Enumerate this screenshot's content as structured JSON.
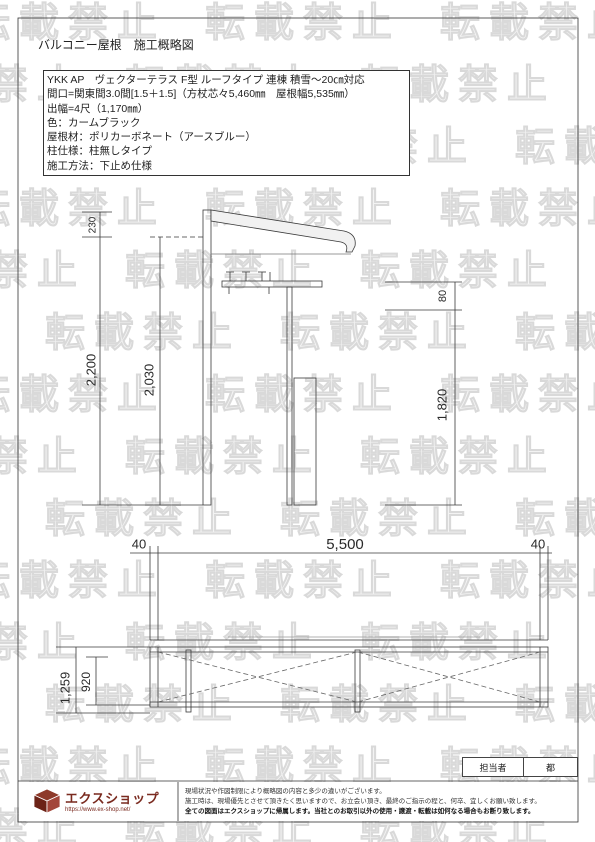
{
  "title": "バルコニー屋根　施工概略図",
  "specs": [
    "YKK AP　ヴェクターテラス F型 ルーフタイプ 連棟 積雪～20㎝対応",
    "間口=関東間3.0間[1.5＋1.5]（方杖芯々5,460㎜　屋根幅5,535㎜）",
    "出幅=4尺（1,170㎜）",
    "色：カームブラック",
    "屋根材：ポリカーボネート（アースブルー）",
    "柱仕様：柱無しタイプ",
    "施工方法：下止め仕様"
  ],
  "side_view": {
    "roof_height_label": "230",
    "total_height_label": "2,200",
    "under_roof_height_label": "2,030",
    "rail_top_label": "80",
    "rail_height_label": "1,820"
  },
  "plan_view": {
    "left_margin_label": "40",
    "width_label": "5,500",
    "right_margin_label": "40",
    "depth_label": "1,259",
    "projection_label": "920"
  },
  "signoff": {
    "label": "担当者",
    "value": "都"
  },
  "logo": {
    "name": "エクスショップ",
    "url": "https://www.ex-shop.net/",
    "icon": "cube-logo-icon",
    "color": "#7a2a1f"
  },
  "notes": [
    "現場状況や作図制限により概略図の内容と多少の違いがございます。",
    "施工時は、現場優先とさせて頂きたく思いますので、お立会い頂き、最終のご指示の程と、何卒、宜しくお願い致します。",
    "全ての図面はエクスショップに帰属します。当社とのお取引以外の使用・譲渡・転載は如何なる場合もお断り致します。"
  ],
  "watermark": "転載禁止"
}
